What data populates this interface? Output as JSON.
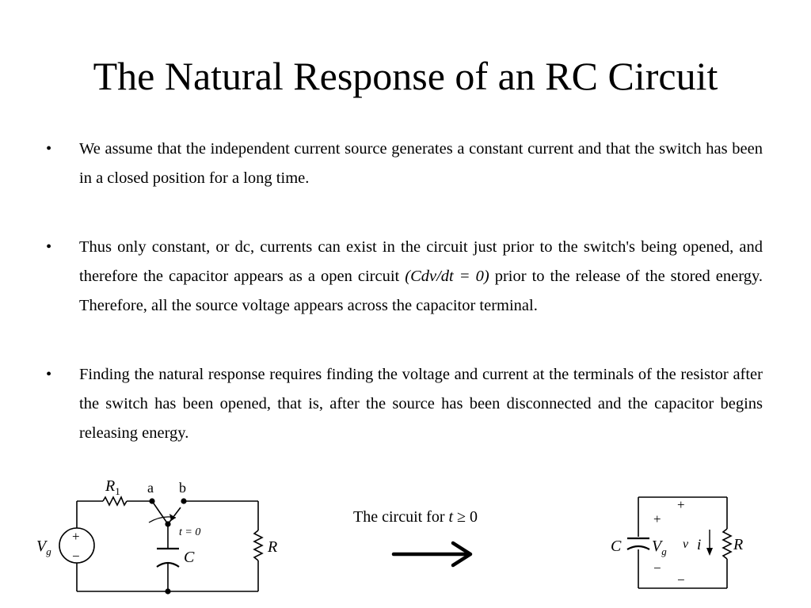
{
  "slide": {
    "title": "The Natural Response of an RC Circuit",
    "bullet_symbol": "•",
    "bullets": [
      {
        "text": "We assume that the independent current source generates a constant current and that the switch has been in a closed position for a long time."
      },
      {
        "text_before": "Thus only constant, or dc, currents can exist in the circuit just prior to the switch's being opened, and therefore the capacitor appears as a open circuit ",
        "italic": "(Cdv/dt = 0)",
        "text_after": " prior to the release of the stored energy. Therefore, all the source voltage appears across the capacitor terminal."
      },
      {
        "text": "Finding the natural response requires finding the voltage and current at the terminals of the resistor after the switch has been opened, that is, after the source has been disconnected and the capacitor begins releasing energy."
      }
    ],
    "caption": {
      "prefix": "The circuit for ",
      "variable": "t",
      "suffix": " ≥ 0"
    }
  },
  "circuit_left": {
    "resistor_label": "R",
    "resistor_subscript": "1",
    "node_a": "a",
    "node_b": "b",
    "switch_label": "t = 0",
    "source_label": "V",
    "source_subscript": "g",
    "plus": "+",
    "minus": "−",
    "capacitor_label": "C",
    "load_label": "R"
  },
  "circuit_right": {
    "capacitor_label": "C",
    "voltage_label": "V",
    "voltage_subscript": "g",
    "v_label": "v",
    "i_label": "i",
    "resistor_label": "R",
    "plus": "+",
    "minus": "−"
  }
}
